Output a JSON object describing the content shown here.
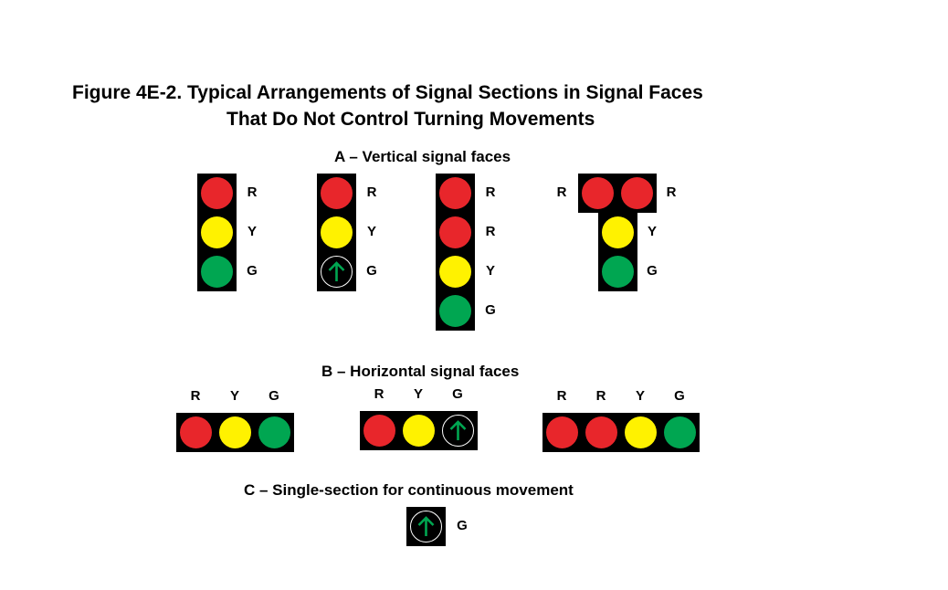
{
  "title": {
    "line1": "Figure 4E-2.  Typical Arrangements of Signal Sections in Signal Faces",
    "line2": "That Do Not Control Turning Movements"
  },
  "colors": {
    "red": "#e8262b",
    "yellow": "#fff200",
    "green": "#00a651",
    "arrow": "#00a651",
    "housing": "#000000"
  },
  "sections": {
    "a": {
      "title": "A – Vertical signal faces",
      "faces": [
        {
          "lamps": [
            "red",
            "yellow",
            "green"
          ],
          "labels": [
            "R",
            "Y",
            "G"
          ]
        },
        {
          "lamps": [
            "red",
            "yellow",
            "green-arrow"
          ],
          "labels": [
            "R",
            "Y",
            "G"
          ]
        },
        {
          "lamps": [
            "red",
            "red",
            "yellow",
            "green"
          ],
          "labels": [
            "R",
            "R",
            "Y",
            "G"
          ]
        },
        {
          "lamps": [
            "red",
            "red",
            "yellow",
            "green"
          ],
          "labels": [
            "R",
            "R",
            "Y",
            "G"
          ]
        }
      ]
    },
    "b": {
      "title": "B – Horizontal signal faces",
      "faces": [
        {
          "lamps": [
            "red",
            "yellow",
            "green"
          ],
          "labels": [
            "R",
            "Y",
            "G"
          ]
        },
        {
          "lamps": [
            "red",
            "yellow",
            "green-arrow"
          ],
          "labels": [
            "R",
            "Y",
            "G"
          ]
        },
        {
          "lamps": [
            "red",
            "red",
            "yellow",
            "green"
          ],
          "labels": [
            "R",
            "R",
            "Y",
            "G"
          ]
        }
      ]
    },
    "c": {
      "title": "C – Single-section for continuous movement",
      "faces": [
        {
          "lamps": [
            "green-arrow"
          ],
          "labels": [
            "G"
          ]
        }
      ]
    }
  }
}
